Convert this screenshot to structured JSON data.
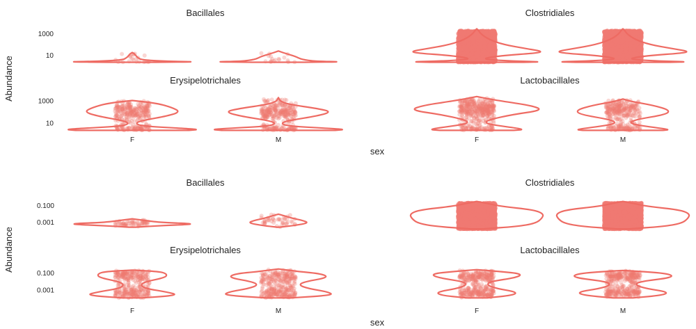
{
  "colors": {
    "accent": "#ee6b63",
    "points": "#f07a72"
  },
  "chart_data": [
    {
      "type": "violin",
      "xlabel": "sex",
      "ylabel": "Abundance",
      "yscale": "log10",
      "ylim": [
        1.5,
        5000
      ],
      "categories": [
        "F",
        "M"
      ],
      "yticks": [
        {
          "value": 10,
          "label": "10"
        },
        {
          "value": 1000,
          "label": "1000"
        }
      ],
      "facets": [
        {
          "title": "Bacillales",
          "groups": [
            {
              "sex": "F",
              "low": 2.2,
              "high": 18,
              "jitter_low": 2.2,
              "jitter_high": 15,
              "n_points": 25,
              "profile": [
                [
                  2.2,
                  0.35
                ],
                [
                  2.4,
                  1.0
                ],
                [
                  2.6,
                  0.6
                ],
                [
                  3.5,
                  0.15
                ],
                [
                  6,
                  0.08
                ],
                [
                  10,
                  0.05
                ],
                [
                  14,
                  0.03
                ],
                [
                  18,
                  0.0
                ]
              ]
            },
            {
              "sex": "M",
              "low": 2.2,
              "high": 25,
              "jitter_low": 2.2,
              "jitter_high": 25,
              "n_points": 18,
              "profile": [
                [
                  2.2,
                  0.4
                ],
                [
                  2.4,
                  1.0
                ],
                [
                  2.7,
                  0.55
                ],
                [
                  4,
                  0.35
                ],
                [
                  8,
                  0.25
                ],
                [
                  15,
                  0.1
                ],
                [
                  25,
                  0.0
                ]
              ]
            }
          ]
        },
        {
          "title": "Clostridiales",
          "groups": [
            {
              "sex": "F",
              "low": 2.2,
              "high": 3000,
              "jitter_low": 2.2,
              "jitter_high": 2000,
              "n_points": 2500,
              "profile": [
                [
                  2.2,
                  0.7
                ],
                [
                  2.4,
                  1.0
                ],
                [
                  2.8,
                  0.55
                ],
                [
                  4,
                  0.12
                ],
                [
                  6,
                  0.15
                ],
                [
                  10,
                  0.45
                ],
                [
                  15,
                  0.85
                ],
                [
                  22,
                  1.0
                ],
                [
                  40,
                  0.75
                ],
                [
                  100,
                  0.4
                ],
                [
                  300,
                  0.18
                ],
                [
                  1000,
                  0.06
                ],
                [
                  2000,
                  0.03
                ],
                [
                  3000,
                  0.0
                ]
              ]
            },
            {
              "sex": "M",
              "low": 2.2,
              "high": 3000,
              "jitter_low": 2.2,
              "jitter_high": 2000,
              "n_points": 2500,
              "profile": [
                [
                  2.2,
                  0.7
                ],
                [
                  2.4,
                  1.0
                ],
                [
                  2.8,
                  0.55
                ],
                [
                  4,
                  0.12
                ],
                [
                  6,
                  0.15
                ],
                [
                  10,
                  0.45
                ],
                [
                  15,
                  0.85
                ],
                [
                  22,
                  1.0
                ],
                [
                  40,
                  0.75
                ],
                [
                  100,
                  0.4
                ],
                [
                  300,
                  0.18
                ],
                [
                  1000,
                  0.06
                ],
                [
                  2000,
                  0.03
                ],
                [
                  3000,
                  0.0
                ]
              ]
            }
          ]
        },
        {
          "title": "Erysipelotrichales",
          "groups": [
            {
              "sex": "F",
              "low": 2.2,
              "high": 1100,
              "jitter_low": 2.2,
              "jitter_high": 1000,
              "n_points": 300,
              "profile": [
                [
                  2.2,
                  0.85
                ],
                [
                  2.6,
                  1.0
                ],
                [
                  3.2,
                  0.8
                ],
                [
                  5,
                  0.2
                ],
                [
                  8,
                  0.05
                ],
                [
                  15,
                  0.1
                ],
                [
                  40,
                  0.5
                ],
                [
                  100,
                  0.72
                ],
                [
                  250,
                  0.6
                ],
                [
                  600,
                  0.38
                ],
                [
                  1100,
                  0.0
                ]
              ]
            },
            {
              "sex": "M",
              "low": 2.2,
              "high": 2000,
              "jitter_low": 2.2,
              "jitter_high": 1800,
              "n_points": 300,
              "profile": [
                [
                  2.2,
                  0.85
                ],
                [
                  2.6,
                  1.0
                ],
                [
                  3.2,
                  0.8
                ],
                [
                  5,
                  0.2
                ],
                [
                  8,
                  0.04
                ],
                [
                  15,
                  0.1
                ],
                [
                  40,
                  0.55
                ],
                [
                  100,
                  0.8
                ],
                [
                  200,
                  0.6
                ],
                [
                  500,
                  0.15
                ],
                [
                  900,
                  0.04
                ],
                [
                  1200,
                  0.02
                ],
                [
                  2000,
                  0.0
                ]
              ]
            }
          ]
        },
        {
          "title": "Lactobacillales",
          "groups": [
            {
              "sex": "F",
              "low": 2.2,
              "high": 2500,
              "jitter_low": 2.2,
              "jitter_high": 1800,
              "n_points": 400,
              "profile": [
                [
                  2.2,
                  0.55
                ],
                [
                  2.5,
                  0.7
                ],
                [
                  3.5,
                  0.6
                ],
                [
                  6,
                  0.3
                ],
                [
                  10,
                  0.12
                ],
                [
                  20,
                  0.18
                ],
                [
                  60,
                  0.55
                ],
                [
                  150,
                  1.0
                ],
                [
                  400,
                  0.8
                ],
                [
                  1000,
                  0.35
                ],
                [
                  1800,
                  0.12
                ],
                [
                  2500,
                  0.0
                ]
              ]
            },
            {
              "sex": "M",
              "low": 2.2,
              "high": 1500,
              "jitter_low": 2.2,
              "jitter_high": 1200,
              "n_points": 300,
              "profile": [
                [
                  2.2,
                  0.6
                ],
                [
                  2.5,
                  0.7
                ],
                [
                  3.5,
                  0.55
                ],
                [
                  6,
                  0.25
                ],
                [
                  10,
                  0.1
                ],
                [
                  20,
                  0.18
                ],
                [
                  60,
                  0.65
                ],
                [
                  150,
                  0.7
                ],
                [
                  400,
                  0.45
                ],
                [
                  900,
                  0.12
                ],
                [
                  1500,
                  0.0
                ]
              ]
            }
          ]
        }
      ]
    },
    {
      "type": "violin",
      "xlabel": "sex",
      "ylabel": "Abundance",
      "yscale": "log10",
      "ylim": [
        6e-05,
        0.6
      ],
      "categories": [
        "F",
        "M"
      ],
      "yticks": [
        {
          "value": 0.001,
          "label": "0.001"
        },
        {
          "value": 0.1,
          "label": "0.100"
        }
      ],
      "facets": [
        {
          "title": "Bacillales",
          "groups": [
            {
              "sex": "F",
              "low": 0.00025,
              "high": 0.0025,
              "jitter_low": 0.00025,
              "jitter_high": 0.002,
              "n_points": 60,
              "profile": [
                [
                  0.00025,
                  0.05
                ],
                [
                  0.0004,
                  0.5
                ],
                [
                  0.0006,
                  1.0
                ],
                [
                  0.0009,
                  0.45
                ],
                [
                  0.0015,
                  0.2
                ],
                [
                  0.0025,
                  0.0
                ]
              ]
            },
            {
              "sex": "M",
              "low": 0.00025,
              "high": 0.009,
              "jitter_low": 0.00025,
              "jitter_high": 0.008,
              "n_points": 45,
              "profile": [
                [
                  0.00025,
                  0.02
                ],
                [
                  0.0004,
                  0.25
                ],
                [
                  0.0008,
                  0.45
                ],
                [
                  0.0015,
                  0.38
                ],
                [
                  0.003,
                  0.2
                ],
                [
                  0.006,
                  0.08
                ],
                [
                  0.009,
                  0.0
                ]
              ]
            }
          ]
        },
        {
          "title": "Clostridiales",
          "groups": [
            {
              "sex": "F",
              "low": 0.00015,
              "high": 0.3,
              "jitter_low": 0.00015,
              "jitter_high": 0.2,
              "n_points": 2500,
              "profile": [
                [
                  0.00015,
                  0.08
                ],
                [
                  0.0003,
                  0.6
                ],
                [
                  0.0007,
                  0.88
                ],
                [
                  0.003,
                  0.98
                ],
                [
                  0.01,
                  1.0
                ],
                [
                  0.03,
                  0.85
                ],
                [
                  0.08,
                  0.35
                ],
                [
                  0.2,
                  0.12
                ],
                [
                  0.3,
                  0.0
                ]
              ]
            },
            {
              "sex": "M",
              "low": 0.00015,
              "high": 0.3,
              "jitter_low": 0.00015,
              "jitter_high": 0.2,
              "n_points": 2500,
              "profile": [
                [
                  0.00015,
                  0.08
                ],
                [
                  0.0003,
                  0.6
                ],
                [
                  0.0007,
                  0.88
                ],
                [
                  0.003,
                  0.98
                ],
                [
                  0.01,
                  1.0
                ],
                [
                  0.03,
                  0.85
                ],
                [
                  0.08,
                  0.35
                ],
                [
                  0.2,
                  0.12
                ],
                [
                  0.3,
                  0.0
                ]
              ]
            }
          ]
        },
        {
          "title": "Erysipelotrichales",
          "groups": [
            {
              "sex": "F",
              "low": 0.00012,
              "high": 0.22,
              "jitter_low": 0.00012,
              "jitter_high": 0.2,
              "n_points": 300,
              "profile": [
                [
                  0.00012,
                  0.15
                ],
                [
                  0.00025,
                  0.7
                ],
                [
                  0.0006,
                  0.52
                ],
                [
                  0.0015,
                  0.2
                ],
                [
                  0.004,
                  0.12
                ],
                [
                  0.01,
                  0.2
                ],
                [
                  0.03,
                  0.5
                ],
                [
                  0.08,
                  0.52
                ],
                [
                  0.15,
                  0.4
                ],
                [
                  0.22,
                  0.0
                ]
              ]
            },
            {
              "sex": "M",
              "low": 0.00012,
              "high": 0.3,
              "jitter_low": 0.00012,
              "jitter_high": 0.25,
              "n_points": 300,
              "profile": [
                [
                  0.00012,
                  0.18
                ],
                [
                  0.00025,
                  0.82
                ],
                [
                  0.0006,
                  0.75
                ],
                [
                  0.0015,
                  0.45
                ],
                [
                  0.004,
                  0.3
                ],
                [
                  0.01,
                  0.4
                ],
                [
                  0.03,
                  0.75
                ],
                [
                  0.08,
                  0.65
                ],
                [
                  0.15,
                  0.3
                ],
                [
                  0.3,
                  0.0
                ]
              ]
            }
          ]
        },
        {
          "title": "Lactobacillales",
          "groups": [
            {
              "sex": "F",
              "low": 0.00012,
              "high": 0.25,
              "jitter_low": 0.00012,
              "jitter_high": 0.2,
              "n_points": 350,
              "profile": [
                [
                  0.00012,
                  0.15
                ],
                [
                  0.00025,
                  0.55
                ],
                [
                  0.0006,
                  0.6
                ],
                [
                  0.0015,
                  0.3
                ],
                [
                  0.004,
                  0.15
                ],
                [
                  0.01,
                  0.2
                ],
                [
                  0.03,
                  0.6
                ],
                [
                  0.08,
                  0.68
                ],
                [
                  0.15,
                  0.35
                ],
                [
                  0.25,
                  0.0
                ]
              ]
            },
            {
              "sex": "M",
              "low": 0.00012,
              "high": 0.2,
              "jitter_low": 0.00012,
              "jitter_high": 0.18,
              "n_points": 350,
              "profile": [
                [
                  0.00012,
                  0.15
                ],
                [
                  0.00025,
                  0.6
                ],
                [
                  0.0006,
                  0.68
                ],
                [
                  0.0015,
                  0.35
                ],
                [
                  0.004,
                  0.18
                ],
                [
                  0.01,
                  0.25
                ],
                [
                  0.03,
                  0.75
                ],
                [
                  0.08,
                  0.7
                ],
                [
                  0.15,
                  0.3
                ],
                [
                  0.2,
                  0.0
                ]
              ]
            }
          ]
        }
      ]
    }
  ]
}
